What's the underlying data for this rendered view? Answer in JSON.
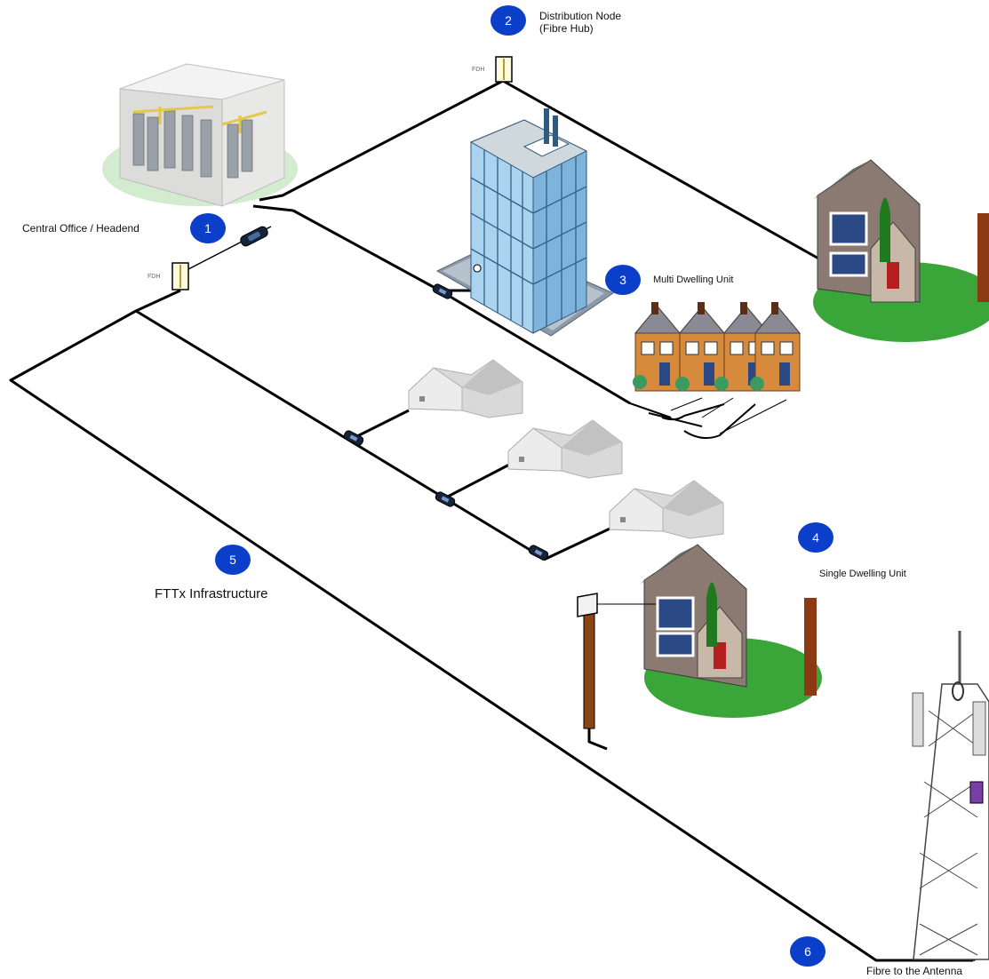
{
  "nodes": [
    {
      "number": "1",
      "label": "Central Office / Headend"
    },
    {
      "number": "2",
      "label_line1": "Distribution Node",
      "label_line2": "(Fibre Hub)"
    },
    {
      "number": "3",
      "label": "Multi Dwelling Unit"
    },
    {
      "number": "4",
      "label": "Single Dwelling Unit"
    },
    {
      "number": "5",
      "label": "FTTx Infrastructure"
    },
    {
      "number": "6",
      "label": "Fibre to the Antenna"
    }
  ],
  "fdh_labels": [
    "FDH",
    "FDH"
  ],
  "colors": {
    "badge": "#0b3ec9",
    "cable": "#000000",
    "building_glass": "#8fc3e6",
    "house_wall": "#8a7a72",
    "lawn": "#3aa63a",
    "pole": "#8b4513"
  }
}
